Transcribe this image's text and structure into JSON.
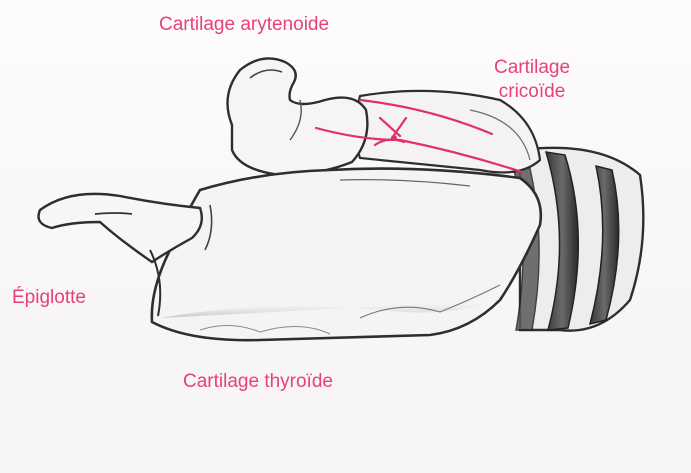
{
  "labels": {
    "arytenoide": "Cartilage arytenoide",
    "cricoide_line1": "Cartilage",
    "cricoide_line2": "cricoïde",
    "epiglotte": "Épiglotte",
    "thyroide": "Cartilage thyroïde"
  },
  "colors": {
    "label": "#e8407a",
    "annotation_stroke": "#e0306e",
    "pencil": "#2e2e2e",
    "paper": "#fbfaf8"
  }
}
